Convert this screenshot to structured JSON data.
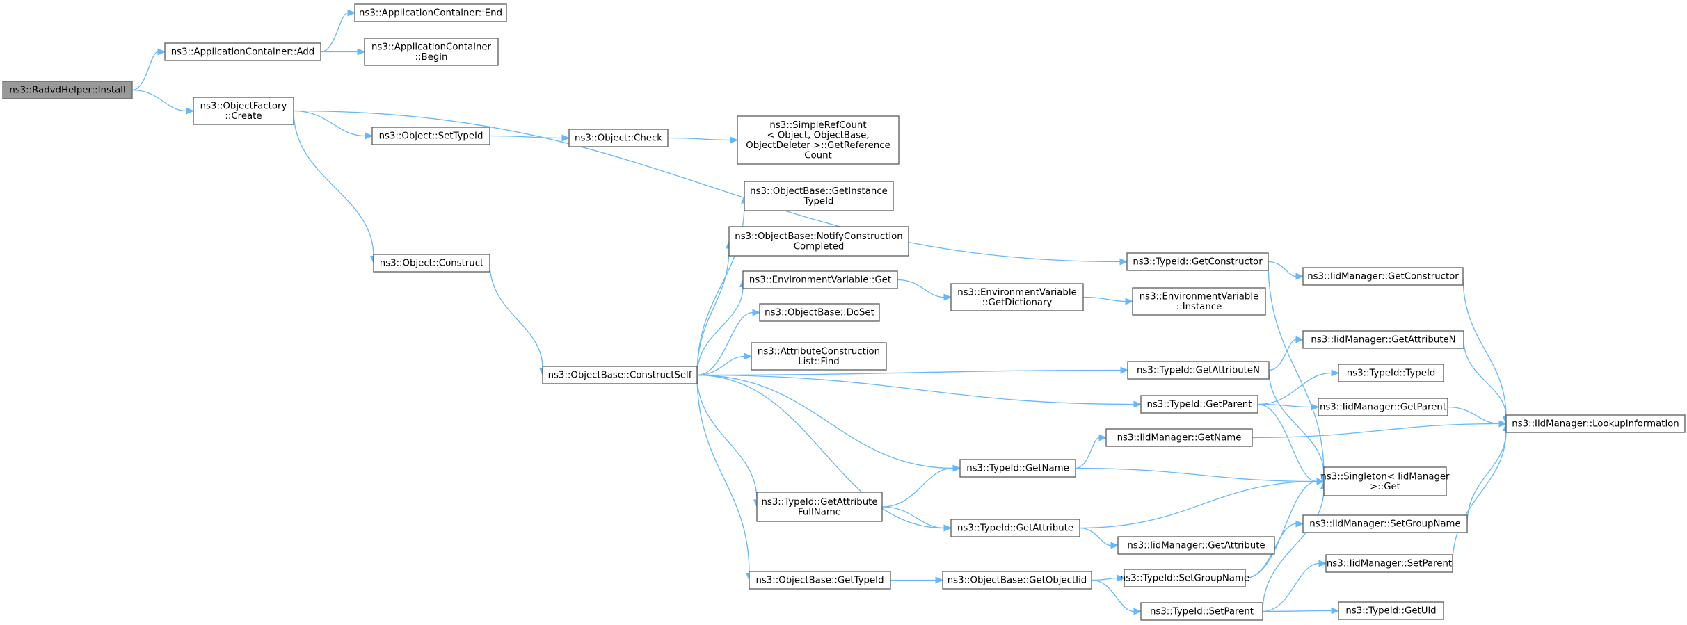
{
  "diagram": {
    "nodes": [
      {
        "id": "install",
        "lines": [
          "ns3::RadvdHelper::Install"
        ],
        "root": true
      },
      {
        "id": "appadd",
        "lines": [
          "ns3::ApplicationContainer::Add"
        ]
      },
      {
        "id": "append",
        "lines": [
          "ns3::ApplicationContainer::End"
        ]
      },
      {
        "id": "appbegin",
        "lines": [
          "ns3::ApplicationContainer",
          "::Begin"
        ]
      },
      {
        "id": "ofcreate",
        "lines": [
          "ns3::ObjectFactory",
          "::Create"
        ]
      },
      {
        "id": "settypeid",
        "lines": [
          "ns3::Object::SetTypeId"
        ]
      },
      {
        "id": "check",
        "lines": [
          "ns3::Object::Check"
        ]
      },
      {
        "id": "getrefcount",
        "lines": [
          "ns3::SimpleRefCount",
          "< Object, ObjectBase,",
          "ObjectDeleter >::GetReference",
          "Count"
        ]
      },
      {
        "id": "construct",
        "lines": [
          "ns3::Object::Construct"
        ]
      },
      {
        "id": "constructself",
        "lines": [
          "ns3::ObjectBase::ConstructSelf"
        ]
      },
      {
        "id": "getinstancetypeid",
        "lines": [
          "ns3::ObjectBase::GetInstance",
          "TypeId"
        ]
      },
      {
        "id": "notifyconstruction",
        "lines": [
          "ns3::ObjectBase::NotifyConstruction",
          "Completed"
        ]
      },
      {
        "id": "envget",
        "lines": [
          "ns3::EnvironmentVariable::Get"
        ]
      },
      {
        "id": "doset",
        "lines": [
          "ns3::ObjectBase::DoSet"
        ]
      },
      {
        "id": "acfind",
        "lines": [
          "ns3::AttributeConstruction",
          "List::Find"
        ]
      },
      {
        "id": "envgetdict",
        "lines": [
          "ns3::EnvironmentVariable",
          "::GetDictionary"
        ]
      },
      {
        "id": "envinstance",
        "lines": [
          "ns3::EnvironmentVariable",
          "::Instance"
        ]
      },
      {
        "id": "tidgetconstructor",
        "lines": [
          "ns3::TypeId::GetConstructor"
        ]
      },
      {
        "id": "imgetconstructor",
        "lines": [
          "ns3::IidManager::GetConstructor"
        ]
      },
      {
        "id": "tidgetattributen",
        "lines": [
          "ns3::TypeId::GetAttributeN"
        ]
      },
      {
        "id": "imgetattributen",
        "lines": [
          "ns3::IidManager::GetAttributeN"
        ]
      },
      {
        "id": "tidgetparent",
        "lines": [
          "ns3::TypeId::GetParent"
        ]
      },
      {
        "id": "tidtypeid",
        "lines": [
          "ns3::TypeId::TypeId"
        ]
      },
      {
        "id": "imgetparent",
        "lines": [
          "ns3::IidManager::GetParent"
        ]
      },
      {
        "id": "lookup",
        "lines": [
          "ns3::IidManager::LookupInformation"
        ]
      },
      {
        "id": "imgetname",
        "lines": [
          "ns3::IidManager::GetName"
        ]
      },
      {
        "id": "tidgetname",
        "lines": [
          "ns3::TypeId::GetName"
        ]
      },
      {
        "id": "singleton",
        "lines": [
          "ns3::Singleton< IidManager",
          ">::Get"
        ]
      },
      {
        "id": "tidgetattrfullname",
        "lines": [
          "ns3::TypeId::GetAttribute",
          "FullName"
        ]
      },
      {
        "id": "tidgetattribute",
        "lines": [
          "ns3::TypeId::GetAttribute"
        ]
      },
      {
        "id": "imgetattribute",
        "lines": [
          "ns3::IidManager::GetAttribute"
        ]
      },
      {
        "id": "imsetgroupname",
        "lines": [
          "ns3::IidManager::SetGroupName"
        ]
      },
      {
        "id": "imsetparent",
        "lines": [
          "ns3::IidManager::SetParent"
        ]
      },
      {
        "id": "obgettypeid",
        "lines": [
          "ns3::ObjectBase::GetTypeId"
        ]
      },
      {
        "id": "getobjectiid",
        "lines": [
          "ns3::ObjectBase::GetObjectIid"
        ]
      },
      {
        "id": "tidsetgroupname",
        "lines": [
          "ns3::TypeId::SetGroupName"
        ]
      },
      {
        "id": "tidsetparent",
        "lines": [
          "ns3::TypeId::SetParent"
        ]
      },
      {
        "id": "tidgetuid",
        "lines": [
          "ns3::TypeId::GetUid"
        ]
      }
    ],
    "edges": [
      [
        "install",
        "appadd"
      ],
      [
        "install",
        "ofcreate"
      ],
      [
        "appadd",
        "append"
      ],
      [
        "appadd",
        "appbegin"
      ],
      [
        "ofcreate",
        "settypeid"
      ],
      [
        "ofcreate",
        "construct"
      ],
      [
        "ofcreate",
        "tidgetconstructor"
      ],
      [
        "settypeid",
        "check"
      ],
      [
        "check",
        "getrefcount"
      ],
      [
        "construct",
        "constructself"
      ],
      [
        "constructself",
        "getinstancetypeid"
      ],
      [
        "constructself",
        "notifyconstruction"
      ],
      [
        "constructself",
        "envget"
      ],
      [
        "constructself",
        "doset"
      ],
      [
        "constructself",
        "acfind"
      ],
      [
        "constructself",
        "tidgetattributen"
      ],
      [
        "constructself",
        "tidgetparent"
      ],
      [
        "constructself",
        "tidgetname"
      ],
      [
        "constructself",
        "tidgetattrfullname"
      ],
      [
        "constructself",
        "tidgetattribute"
      ],
      [
        "constructself",
        "obgettypeid"
      ],
      [
        "envget",
        "envgetdict"
      ],
      [
        "envgetdict",
        "envinstance"
      ],
      [
        "tidgetconstructor",
        "imgetconstructor"
      ],
      [
        "tidgetconstructor",
        "singleton"
      ],
      [
        "imgetconstructor",
        "lookup"
      ],
      [
        "tidgetattributen",
        "imgetattributen"
      ],
      [
        "tidgetattributen",
        "singleton"
      ],
      [
        "imgetattributen",
        "lookup"
      ],
      [
        "tidgetparent",
        "tidtypeid"
      ],
      [
        "tidgetparent",
        "imgetparent"
      ],
      [
        "tidgetparent",
        "singleton"
      ],
      [
        "imgetparent",
        "lookup"
      ],
      [
        "tidgetname",
        "imgetname"
      ],
      [
        "tidgetname",
        "singleton"
      ],
      [
        "imgetname",
        "lookup"
      ],
      [
        "tidgetattrfullname",
        "tidgetname"
      ],
      [
        "tidgetattrfullname",
        "tidgetattribute"
      ],
      [
        "tidgetattribute",
        "singleton"
      ],
      [
        "tidgetattribute",
        "imgetattribute"
      ],
      [
        "obgettypeid",
        "getobjectiid"
      ],
      [
        "getobjectiid",
        "tidsetgroupname"
      ],
      [
        "getobjectiid",
        "tidsetparent"
      ],
      [
        "tidsetgroupname",
        "imsetgroupname"
      ],
      [
        "tidsetgroupname",
        "singleton"
      ],
      [
        "imsetgroupname",
        "lookup"
      ],
      [
        "tidsetparent",
        "imsetparent"
      ],
      [
        "tidsetparent",
        "singleton"
      ],
      [
        "tidsetparent",
        "tidgetuid"
      ],
      [
        "imsetparent",
        "lookup"
      ]
    ]
  }
}
